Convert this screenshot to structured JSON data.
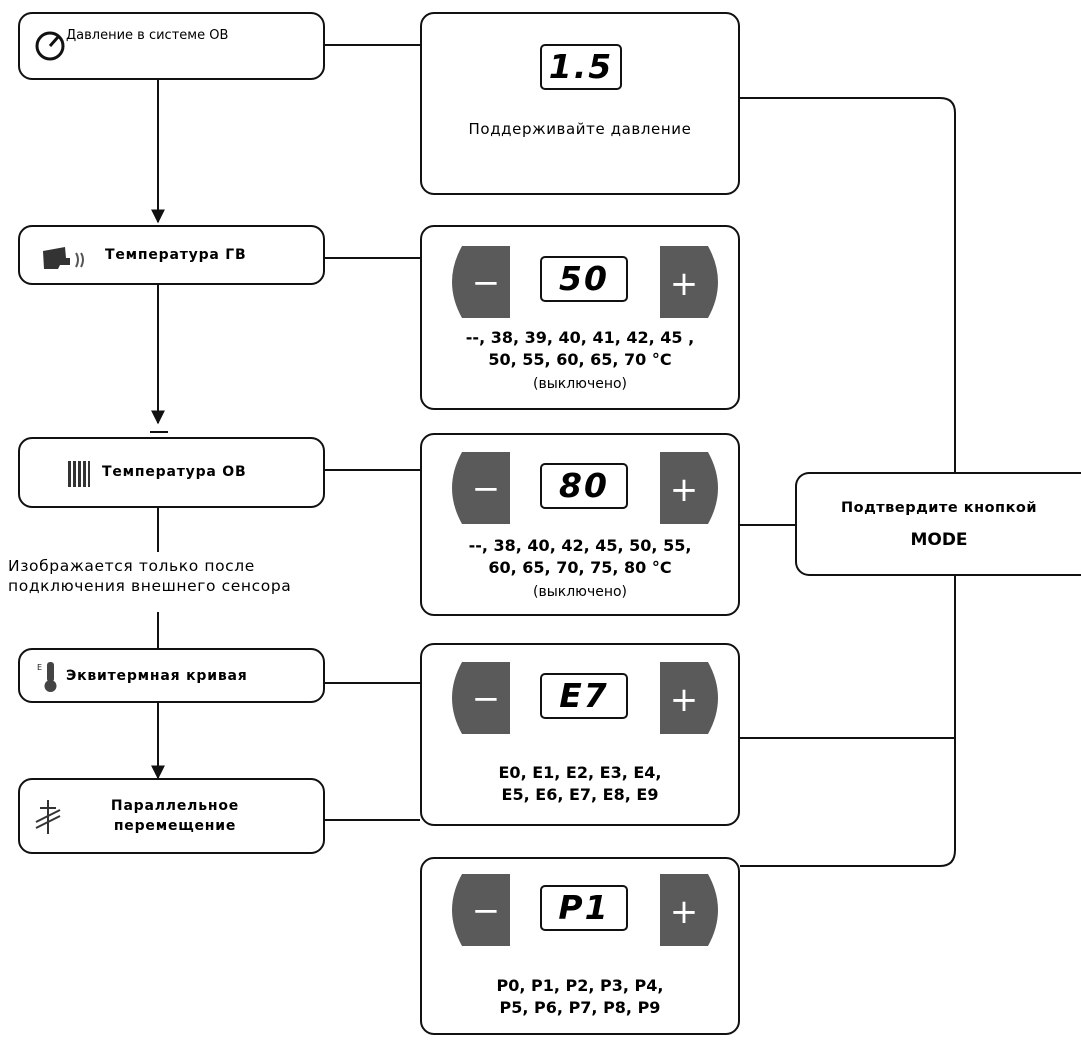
{
  "steps": [
    {
      "id": "pressure",
      "label": "Давление в системе ОВ",
      "icon": "pressure-gauge-icon"
    },
    {
      "id": "dhw",
      "label": "Температура ГВ",
      "icon": "hot-water-tap-icon"
    },
    {
      "id": "heating",
      "label": "Температура ОВ",
      "icon": "radiator-icon"
    },
    {
      "id": "curve",
      "label": "Эквитермная кривая",
      "icon": "thermometer-icon"
    },
    {
      "id": "shift",
      "label": "Параллельное перемещение",
      "icon": "parallel-shift-icon"
    }
  ],
  "panels": {
    "pressure": {
      "display": "1.5",
      "caption": "Поддерживайте давление"
    },
    "dhw": {
      "display": "50",
      "values_line1": "--, 38, 39, 40, 41, 42, 45 ,",
      "values_line2": "50, 55, 60, 65, 70 °C",
      "note": "(выключено)"
    },
    "heating": {
      "display": "80",
      "values_line1": "--, 38, 40, 42, 45, 50, 55,",
      "values_line2": "60, 65, 70, 75, 80 °C",
      "note": "(выключено)"
    },
    "curve": {
      "display": "E7",
      "values_line1": "E0, E1, E2, E3, E4,",
      "values_line2": "E5, E6, E7, E8, E9"
    },
    "shift": {
      "display": "P1",
      "values_line1": "P0, P1, P2, P3, P4,",
      "values_line2": "P5, P6, P7, P8, P9"
    }
  },
  "buttons": {
    "minus": "−",
    "plus": "+"
  },
  "sensor_hint": {
    "line1": "Изображается только после",
    "line2": "подключения внешнего сенсора"
  },
  "confirm": {
    "line1": "Подтвердите кнопкой",
    "line2": "MODE"
  },
  "colors": {
    "button_fill": "#5a5a5a",
    "line": "#111111"
  }
}
